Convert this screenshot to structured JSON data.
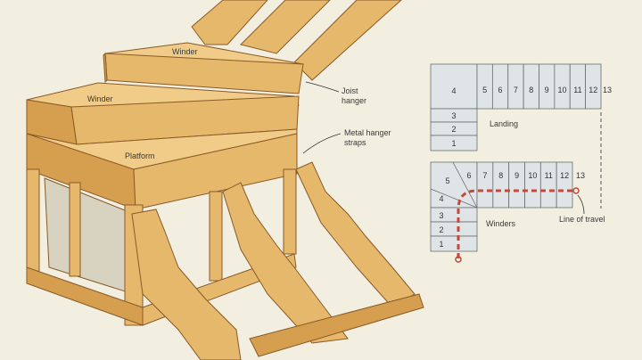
{
  "illustration": {
    "labels": {
      "winder_upper": "Winder",
      "winder_lower": "Winder",
      "platform": "Platform",
      "joist_hanger_1": "Joist",
      "joist_hanger_2": "hanger",
      "metal_straps_1": "Metal hanger",
      "metal_straps_2": "straps"
    }
  },
  "landing_plan": {
    "steps": [
      "1",
      "2",
      "3",
      "4",
      "5",
      "6",
      "7",
      "8",
      "9",
      "10",
      "11",
      "12",
      "13"
    ],
    "label": "Landing"
  },
  "winder_plan": {
    "steps": [
      "1",
      "2",
      "3",
      "4",
      "5",
      "6",
      "7",
      "8",
      "9",
      "10",
      "11",
      "12",
      "13"
    ],
    "label": "Winders",
    "travel_label": "Line of travel"
  },
  "colors": {
    "background": "#f2eee0",
    "wood": "#e6b86c",
    "travel_line": "#c8463c",
    "plan_fill": "#dfe5e6"
  }
}
